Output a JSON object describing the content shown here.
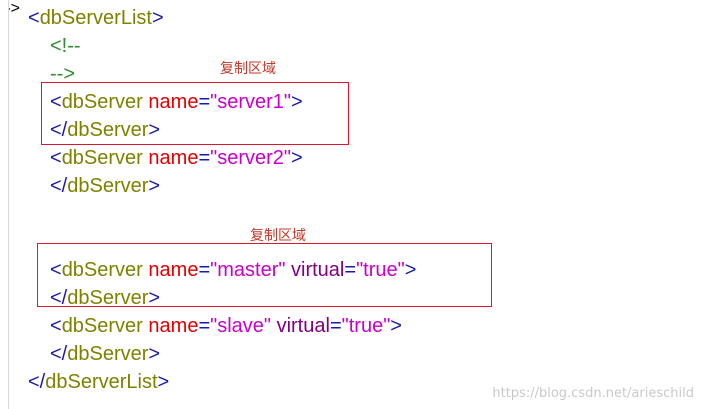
{
  "colors": {
    "bracket": "#1a1aa6",
    "tag": "#808000",
    "attribute": "#e00000",
    "value": "#c800c8",
    "attribute_alt": "#800080",
    "comment": "#2e8b2e",
    "highlight_border": "#d9182d",
    "caption_text": "#c0392b",
    "watermark": "#c9c9c9"
  },
  "annotations": {
    "caption_1": "复制区域",
    "caption_2": "复制区域"
  },
  "code": {
    "root_tag": "dbServerList",
    "comment_open": "<!--",
    "comment_close": "-->",
    "element_tag": "dbServer",
    "attr_name": "name",
    "attr_virtual": "virtual",
    "server1_value": "\"server1\"",
    "server2_value": "\"server2\"",
    "master_value": "\"master\"",
    "slave_value": "\"slave\"",
    "true_value": "\"true\""
  },
  "watermark": "https://blog.csdn.net/arieschild"
}
